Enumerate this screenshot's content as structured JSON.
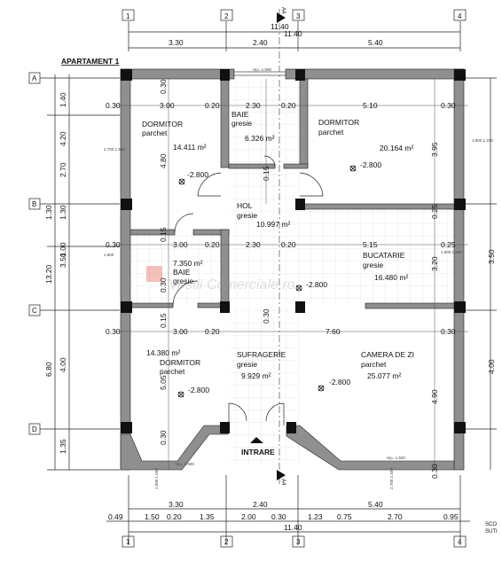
{
  "title": "APARTAMENT 1",
  "entrance_label": "INTRARE",
  "section_label": "A4",
  "grid_columns": [
    "1",
    "2",
    "3",
    "4"
  ],
  "grid_rows": [
    "A",
    "B",
    "C",
    "D"
  ],
  "top_dims": {
    "total_a": "11.40",
    "total_b": "11.40",
    "spans": [
      "3.30",
      "2.40",
      "5.40"
    ]
  },
  "bottom_dims": {
    "spans": [
      "3.30",
      "2.40",
      "5.40"
    ],
    "detail": [
      "0.49",
      "1.50",
      "0.20",
      "1.35",
      "2.00",
      "0.30",
      "1.23",
      "0.75",
      "2.70",
      "0.95"
    ],
    "total": "11.40"
  },
  "left_dims": {
    "outer": [
      "1.40",
      "4.20",
      "3.50",
      "4.00",
      "1.35"
    ],
    "inner": [
      "2.70",
      "1.30",
      "1.00",
      "6.80"
    ],
    "overall": "13.20"
  },
  "right_dims": [
    "3.50",
    "4.00"
  ],
  "rooms": [
    {
      "name": "DORMITOR",
      "finish": "parchet",
      "area": "14.411 m²"
    },
    {
      "name": "BAIE",
      "finish": "gresie",
      "area": "6.326 m²"
    },
    {
      "name": "DORMITOR",
      "finish": "parchet",
      "area": "20.164 m²"
    },
    {
      "name": "HOL",
      "finish": "gresie",
      "area": "10.997 m²"
    },
    {
      "name": "BAIE",
      "finish": "gresie",
      "area": "7.350 m²"
    },
    {
      "name": "BUCATARIE",
      "finish": "gresie",
      "area": "16.480 m²"
    },
    {
      "name": "DORMITOR",
      "finish": "parchet",
      "area": "14.380 m²"
    },
    {
      "name": "SUFRAGERIE",
      "finish": "gresie",
      "area": "9.929 m²"
    },
    {
      "name": "CAMERA DE ZI",
      "finish": "parchet",
      "area": "25.077 m²"
    }
  ],
  "levels": [
    "-2.800",
    "-2.800",
    "-2.800",
    "-2.800",
    "-2.800"
  ],
  "interior_dims": {
    "row1": [
      "0.30",
      "3.00",
      "0.20",
      "2.30",
      "0.20",
      "5.10",
      "0.30"
    ],
    "row2": [
      "0.30",
      "3.00",
      "0.20",
      "2.30",
      "0.20",
      "5.15",
      "0.25"
    ],
    "row3": [
      "0.30",
      "3.00",
      "0.20",
      "7.60",
      "0.30"
    ],
    "verticals": [
      "0.30",
      "4.80",
      "0.15",
      "3.95",
      "0.25",
      "0.15",
      "3.20",
      "0.15",
      "5.05",
      "0.30",
      "4.90",
      "0.30",
      "1.30",
      "0.30",
      "0.30"
    ]
  },
  "window_labels": [
    "Hp= 1.500",
    "2.700\n1.500",
    "1.800\n1.200",
    "1.500",
    "1.800\n1.500",
    "Hp= 1.500",
    "Hp= 1.500",
    "1.500\n1.500",
    "2.700\n2.400"
  ],
  "watermark": "Vestii Comerciale.ro",
  "right_edge_text": [
    "SCO",
    "SUTI"
  ],
  "colors": {
    "wall": "#8f8f8f",
    "column": "#111111",
    "line": "#222222",
    "tile": "#d6d6d6"
  }
}
